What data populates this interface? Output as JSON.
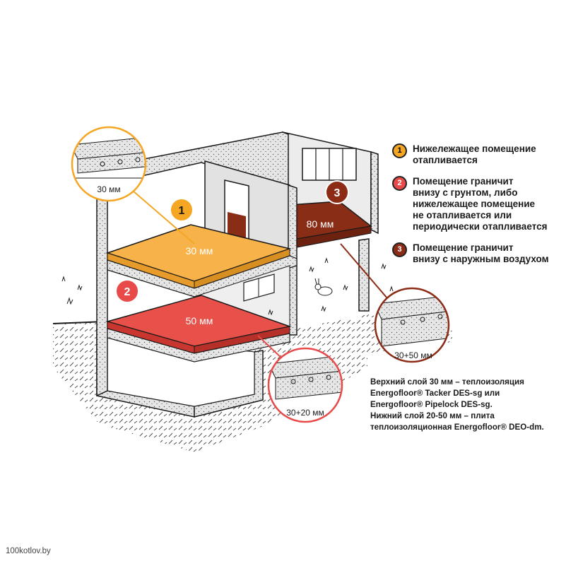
{
  "colors": {
    "accent_yellow": "#f5a623",
    "accent_red": "#e84a4a",
    "accent_brown": "#8c2b16",
    "slab_yellow": "#f7b34a",
    "slab_red": "#e8504a",
    "slab_brown": "#8a2d17",
    "wall_gray": "#dcdcdc",
    "line": "#1a1a1a"
  },
  "diagram": {
    "zones": [
      {
        "number": "1",
        "slab_label": "30 мм",
        "color": "#f5a623"
      },
      {
        "number": "2",
        "slab_label": "50 мм",
        "color": "#e84a4a"
      },
      {
        "number": "3",
        "slab_label": "80 мм",
        "color": "#8c2b16"
      }
    ],
    "callouts": [
      {
        "label": "30 мм",
        "color": "#f5a623"
      },
      {
        "label": "30+50 мм",
        "color": "#8c2b16"
      },
      {
        "label": "30+20 мм",
        "color": "#e84a4a"
      }
    ]
  },
  "legend": [
    {
      "number": "1",
      "color": "#f5a623",
      "lines": [
        "Нижележащее помещение",
        "отапливается"
      ]
    },
    {
      "number": "2",
      "color": "#e84a4a",
      "lines": [
        "Помещение граничит",
        "внизу с грунтом, либо",
        "нижележащее помещение",
        "не отапливается или",
        "периодически отапливается"
      ]
    },
    {
      "number": "3",
      "color": "#8c2b16",
      "lines": [
        "Помещение граничит",
        "внизу с наружным воздухом"
      ]
    }
  ],
  "note_lines": [
    "Верхний слой 30 мм – теплоизоляция",
    "Energofloor® Tacker DES-sg или",
    "Energofloor® Pipelock DES-sg.",
    "Нижний слой 20-50 мм – плита",
    "теплоизоляционная Energofloor® DEO-dm."
  ],
  "watermark": "100kotlov.by"
}
